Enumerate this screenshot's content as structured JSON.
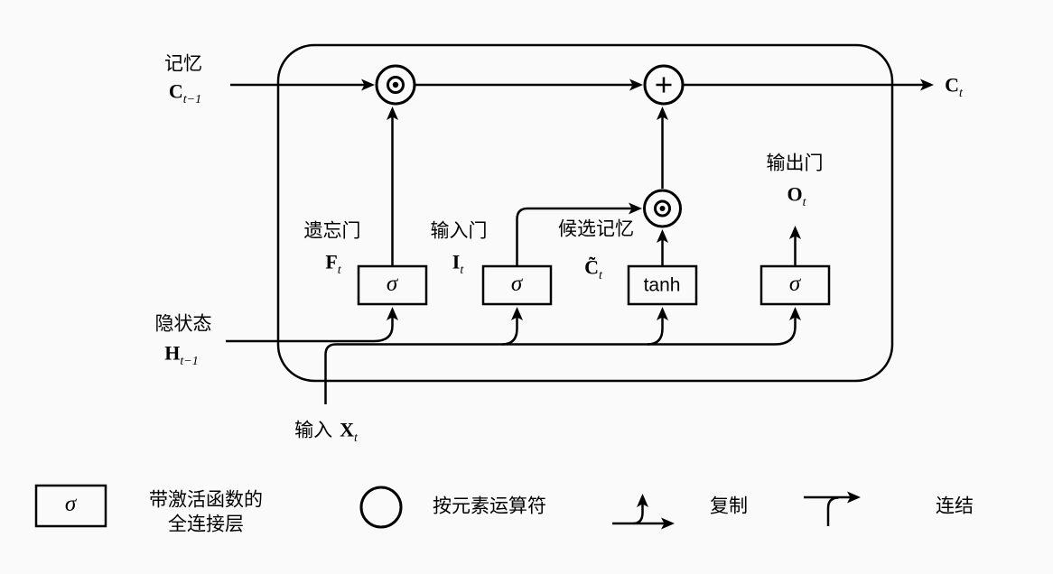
{
  "colors": {
    "background": "#fafafa",
    "box_fill": "#6fb0f2",
    "circle_fill": "#bdd8f7",
    "line": "#000000"
  },
  "diagram": {
    "memory": {
      "label": "记忆",
      "var_base": "C",
      "var_sub": "t−1"
    },
    "cell_output": {
      "var_base": "C",
      "var_sub": "t"
    },
    "forget_gate": {
      "label": "遗忘门",
      "var_base": "F",
      "var_sub": "t"
    },
    "input_gate": {
      "label": "输入门",
      "var_base": "I",
      "var_sub": "t"
    },
    "candidate": {
      "label": "候选记忆",
      "var_base": "C̃",
      "var_sub": "t"
    },
    "output_gate": {
      "label": "输出门",
      "var_base": "O",
      "var_sub": "t"
    },
    "hidden_state": {
      "label": "隐状态",
      "var_base": "H",
      "var_sub": "t−1"
    },
    "input": {
      "label": "输入",
      "var_base": "X",
      "var_sub": "t"
    },
    "gates": [
      "σ",
      "σ",
      "tanh",
      "σ"
    ],
    "operators": [
      {
        "name": "elementwise-multiply",
        "glyph": "⊙"
      },
      {
        "name": "add",
        "glyph": "+"
      },
      {
        "name": "elementwise-multiply",
        "glyph": "⊙"
      }
    ]
  },
  "legend": {
    "activation_symbol": "σ",
    "activation_label_line1": "带激活函数的",
    "activation_label_line2": "全连接层",
    "elementwise_label": "按元素运算符",
    "copy_label": "复制",
    "concat_label": "连结"
  }
}
